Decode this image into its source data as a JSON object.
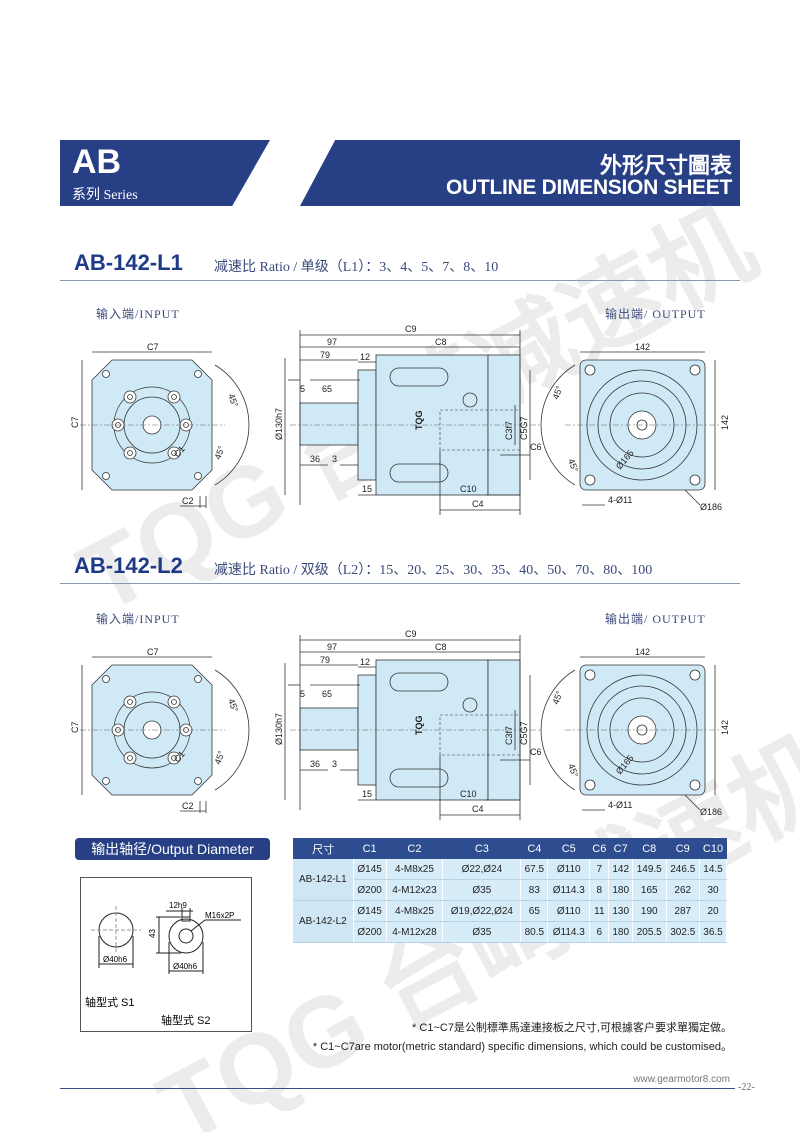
{
  "header": {
    "series_code": "AB",
    "series_sub": "系列 Series",
    "title_cn": "外形尺寸圖表",
    "title_en": "OUTLINE DIMENSION SHEET"
  },
  "watermark": "TQG 台崎减速机",
  "sections": [
    {
      "model": "AB-142-L1",
      "ratio": "减速比 Ratio / 单级（L1）：3、4、5、7、8、10"
    },
    {
      "model": "AB-142-L2",
      "ratio": "减速比 Ratio / 双级（L2）：15、20、25、30、35、40、50、70、80、100"
    }
  ],
  "drawing_labels": {
    "input_view": "输入端/INPUT",
    "output_view": "输出端/ OUTPUT",
    "c7": "C7",
    "angle": "45°",
    "c1": "C1",
    "c2": "C2",
    "c9": "C9",
    "d97": "97",
    "c8": "C8",
    "d79": "79",
    "d12": "12",
    "d5": "5",
    "d65": "65",
    "d130": "Ø130h7",
    "d36": "36",
    "d3": "3",
    "d15": "15",
    "c10": "C10",
    "c4": "C4",
    "c3": "C3f7",
    "c5": "C5G7",
    "c6": "C6",
    "brand": "TQG",
    "d142": "142",
    "d165": "Ø165",
    "d11": "4-Ø11",
    "d186": "Ø186"
  },
  "output_diameter": {
    "title": "输出轴径/Output Diameter",
    "s1_dia": "Ø40h6",
    "s1_label": "轴型式  S1",
    "s2_key": "12h9",
    "s2_thread": "M16x2P",
    "s2_height": "43",
    "s2_dia": "Ø40h6",
    "s2_label": "轴型式  S2"
  },
  "table": {
    "headers": [
      "尺寸",
      "C1",
      "C2",
      "C3",
      "C4",
      "C5",
      "C6",
      "C7",
      "C8",
      "C9",
      "C10"
    ],
    "groups": [
      {
        "model": "AB-142-L1",
        "rows": [
          [
            "Ø145",
            "4-M8x25",
            "Ø22,Ø24",
            "67.5",
            "Ø110",
            "7",
            "142",
            "149.5",
            "246.5",
            "14.5"
          ],
          [
            "Ø200",
            "4-M12x23",
            "Ø35",
            "83",
            "Ø114.3",
            "8",
            "180",
            "165",
            "262",
            "30"
          ]
        ]
      },
      {
        "model": "AB-142-L2",
        "rows": [
          [
            "Ø145",
            "4-M8x25",
            "Ø19,Ø22,Ø24",
            "65",
            "Ø110",
            "11",
            "130",
            "190",
            "287",
            "20"
          ],
          [
            "Ø200",
            "4-M12x28",
            "Ø35",
            "80.5",
            "Ø114.3",
            "6",
            "180",
            "205.5",
            "302.5",
            "36.5"
          ]
        ]
      }
    ]
  },
  "notes": {
    "cn": "* C1~C7是公制標準馬達連接板之尺寸,可根據客户要求單獨定做。",
    "en": "* C1~C7are motor(metric standard) specific dimensions, which could be customised。"
  },
  "footer": {
    "website": "www.gearmotor8.com",
    "page": "-22-"
  }
}
